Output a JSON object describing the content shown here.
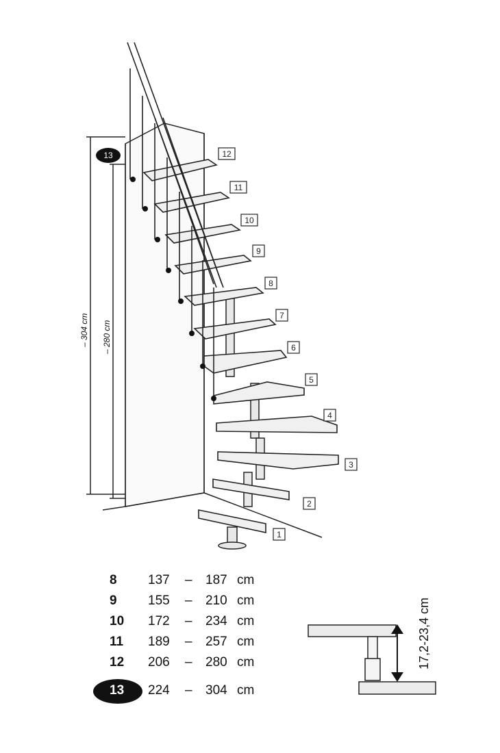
{
  "badge_top": "13",
  "dimensions": {
    "outer": "– 304 cm",
    "inner": "– 280 cm"
  },
  "step_labels": [
    "1",
    "2",
    "3",
    "4",
    "5",
    "6",
    "7",
    "8",
    "9",
    "10",
    "11",
    "12"
  ],
  "table": [
    {
      "n": "8",
      "min": "137",
      "max": "187",
      "unit": "cm"
    },
    {
      "n": "9",
      "min": "155",
      "max": "210",
      "unit": "cm"
    },
    {
      "n": "10",
      "min": "172",
      "max": "234",
      "unit": "cm"
    },
    {
      "n": "11",
      "min": "189",
      "max": "257",
      "unit": "cm"
    },
    {
      "n": "12",
      "min": "206",
      "max": "280",
      "unit": "cm"
    },
    {
      "n": "13",
      "min": "224",
      "max": "304",
      "unit": "cm",
      "highlight": true
    }
  ],
  "dash": "–",
  "rise": "17,2-23,4 cm"
}
